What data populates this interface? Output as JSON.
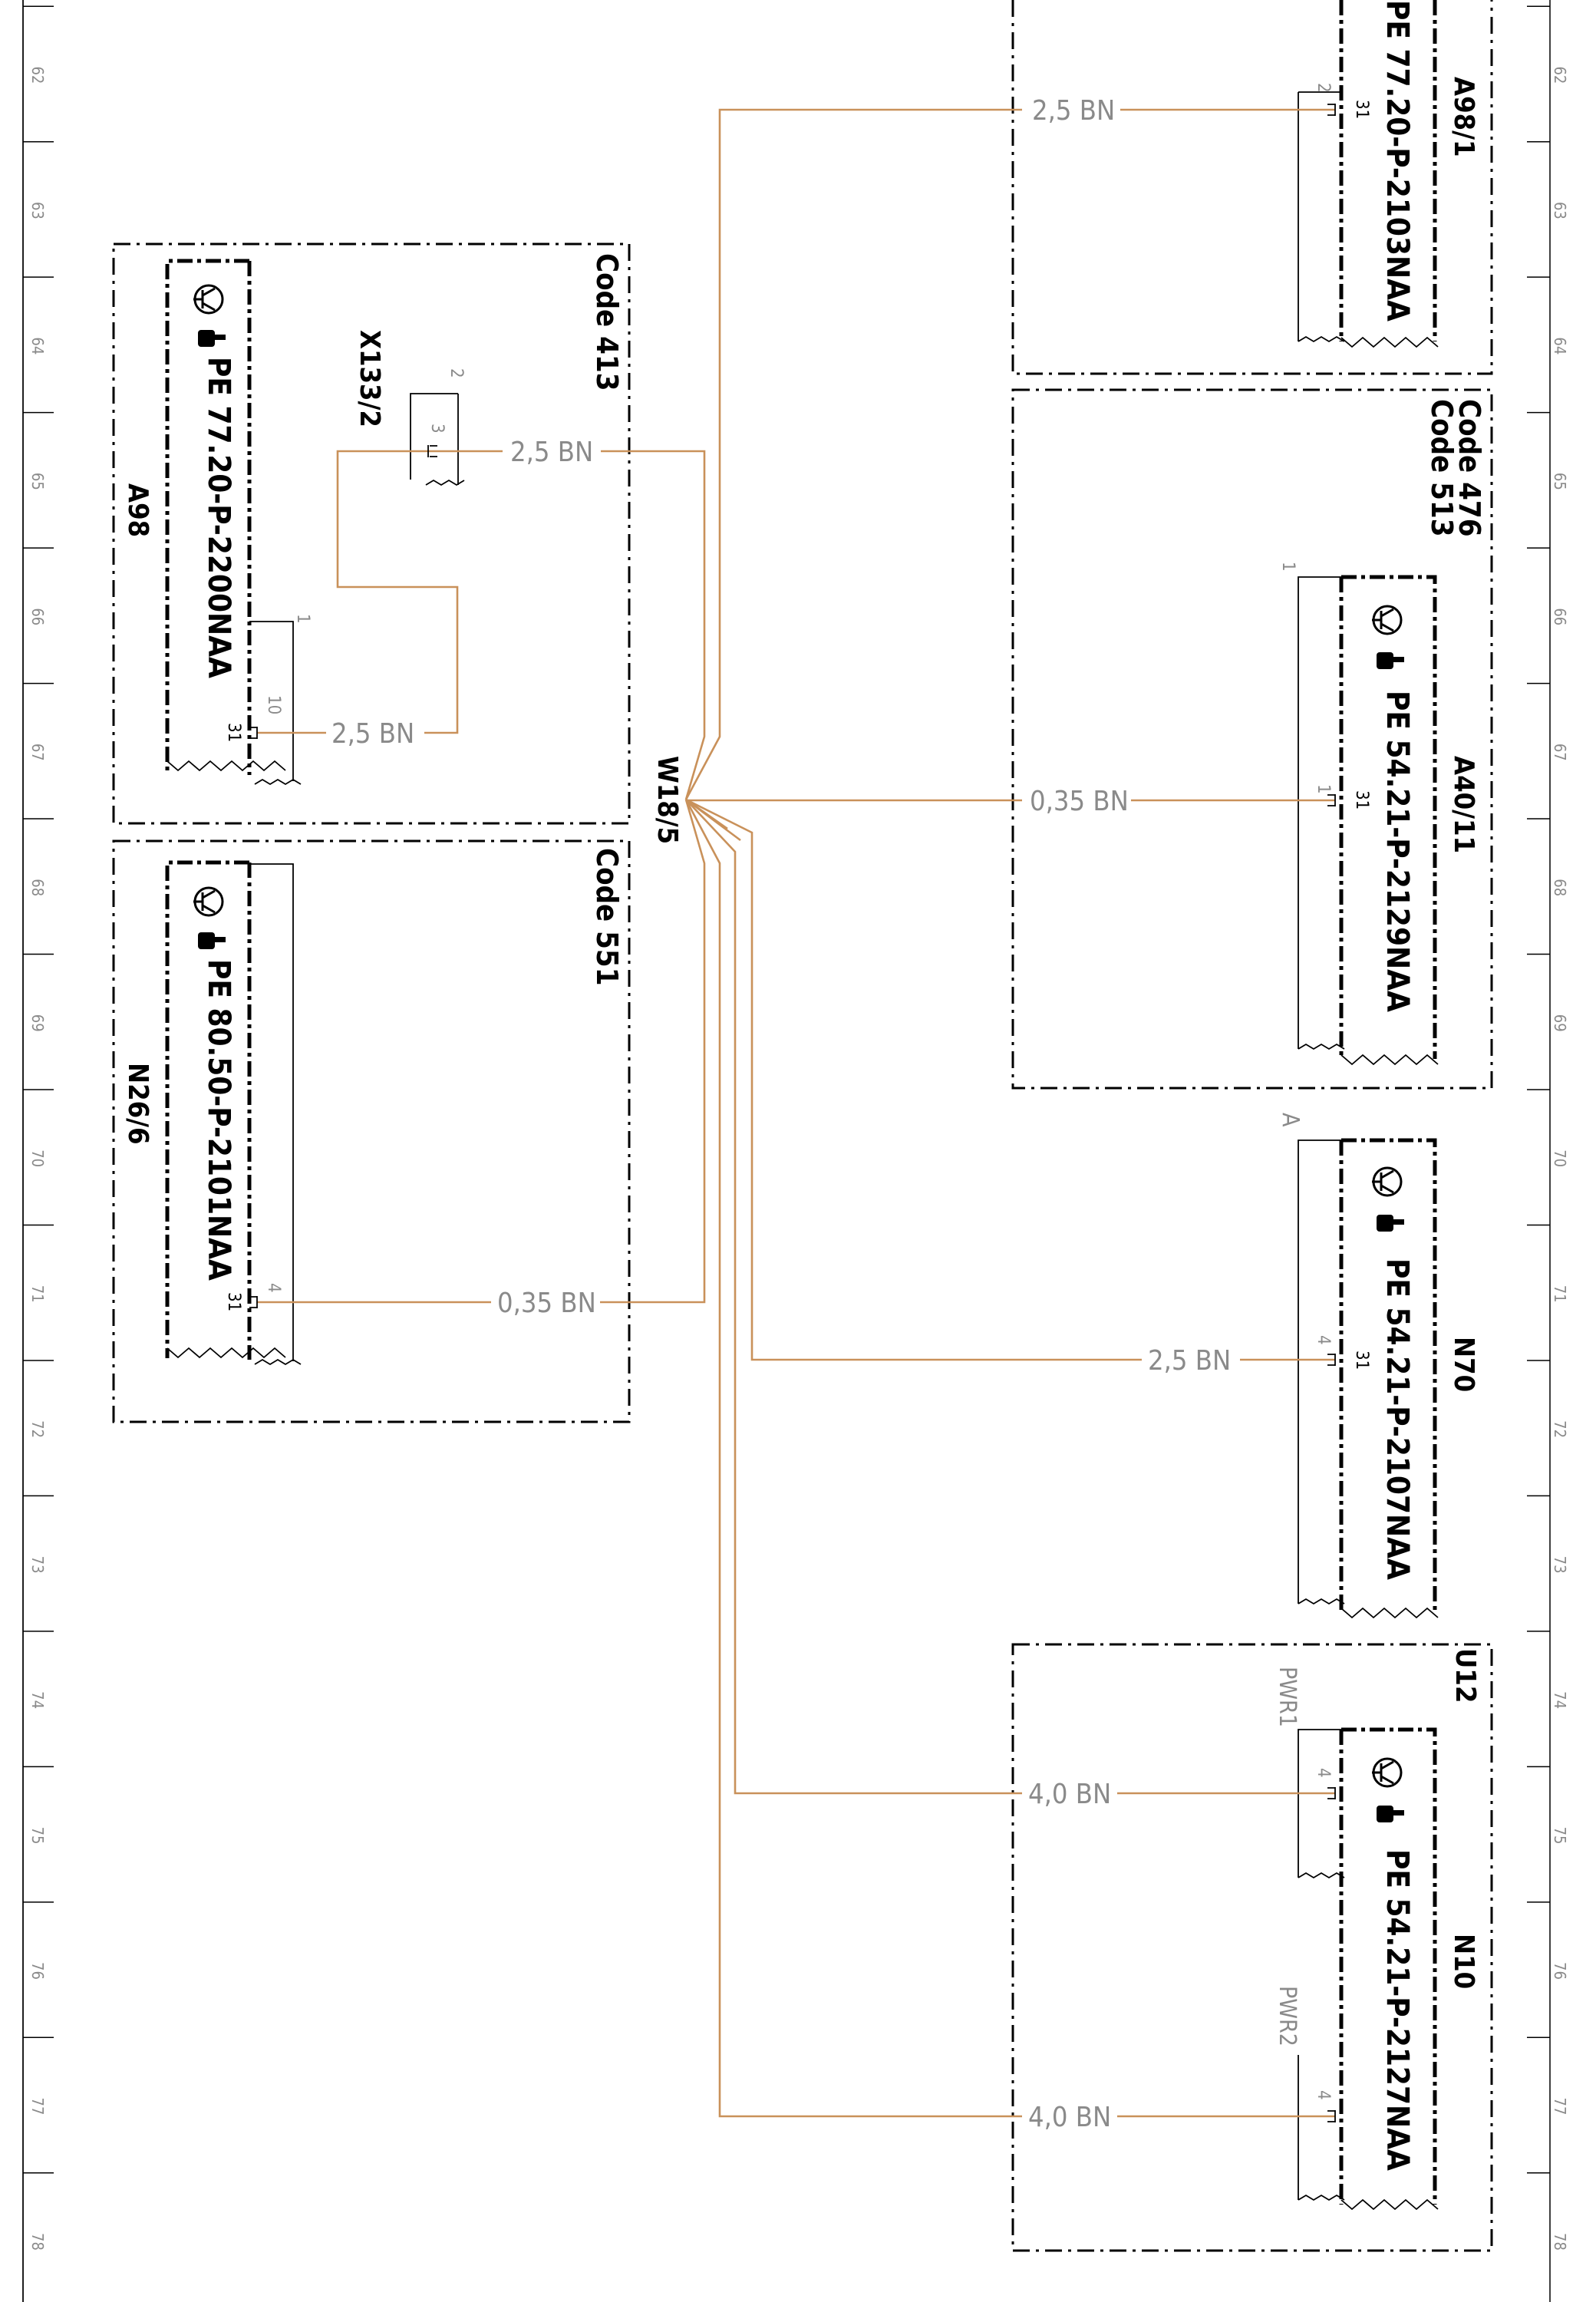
{
  "rows": [
    "62",
    "63",
    "64",
    "65",
    "66",
    "67",
    "68",
    "69",
    "70",
    "71",
    "72",
    "73",
    "74",
    "75",
    "76",
    "77",
    "78"
  ],
  "harness": "W18/5",
  "wires": {
    "a98_1": "2,5 BN",
    "x133": "2,5 BN",
    "a98": "2,5 BN",
    "a40": "0,35 BN",
    "n26": "0,35 BN",
    "n70": "2,5 BN",
    "n10_pwr1": "4,0 BN",
    "n10_pwr2": "4,0 BN"
  },
  "components": {
    "a98_1": {
      "id": "A98/1",
      "ref": "PE 77.20-P-2103NAA",
      "pin_top": "2",
      "pin": "31"
    },
    "a98": {
      "id": "A98",
      "ref": "PE 77.20-P-2200NAA",
      "pin_top": "1",
      "pin_num": "10",
      "pin": "31"
    },
    "x133": {
      "id": "X133/2",
      "pin_a": "2",
      "pin_b": "3"
    },
    "n26": {
      "id": "N26/6",
      "ref": "PE 80.50-P-2101NAA",
      "pin_num": "4",
      "pin": "31"
    },
    "a40": {
      "id": "A40/11",
      "ref": "PE 54.21-P-2129NAA",
      "pin_top": "1",
      "pin_num": "1",
      "pin": "31"
    },
    "n70": {
      "id": "N70",
      "ref": "PE 54.21-P-2107NAA",
      "pin_top": "A",
      "pin_num": "4",
      "pin": "31"
    },
    "n10": {
      "id": "N10",
      "ref": "PE 54.21-P-2127NAA",
      "pwr1": "PWR1",
      "pwr2": "PWR2",
      "pin1": "4",
      "pin2": "4"
    },
    "u12": {
      "id": "U12"
    }
  },
  "codes": {
    "c413": "Code 413",
    "c551": "Code 551",
    "c476": "Code 476",
    "c513": "Code 513"
  },
  "colors": {
    "wire": "#c9915a",
    "line": "#000000",
    "label_grey": "#8a8a8a"
  }
}
